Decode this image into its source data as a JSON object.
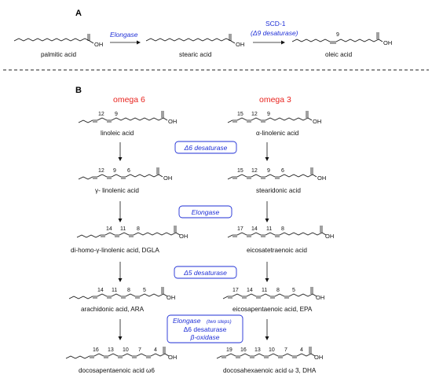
{
  "panel_a": {
    "label": "A",
    "compounds": {
      "palmitic": {
        "name": "palmitic acid",
        "oh": "OH"
      },
      "stearic": {
        "name": "stearic acid",
        "oh": "OH"
      },
      "oleic": {
        "name": "oleic acid",
        "oh": "OH",
        "position": "9"
      }
    },
    "enzymes": {
      "elongase": "Elongase",
      "scd_line1": "SCD-1",
      "scd_line2": "(Δ9 desaturase)"
    }
  },
  "panel_b": {
    "label": "B",
    "headers": {
      "omega6": "omega 6",
      "omega3": "omega 3"
    },
    "colors": {
      "enzyme_blue": "#1f2fd6",
      "omega_red": "#e8241f"
    },
    "enzymes": {
      "d6": "Δ6 desaturase",
      "elongase": "Elongase",
      "d5": "Δ5 desaturase",
      "final_line1": "Elongase",
      "final_line1_note": "(two steps)",
      "final_line2": "Δ6 desaturase",
      "final_line3": "β-oxidase"
    },
    "omega6": [
      {
        "name": "linoleic acid",
        "oh": "OH",
        "positions": [
          "12",
          "9"
        ]
      },
      {
        "name": "γ- linolenic acid",
        "oh": "OH",
        "positions": [
          "12",
          "9",
          "6"
        ]
      },
      {
        "name": "di-homo-γ-linolenic acid, DGLA",
        "oh": "OH",
        "positions": [
          "14",
          "11",
          "8"
        ]
      },
      {
        "name": "arachidonic acid, ARA",
        "oh": "OH",
        "positions": [
          "14",
          "11",
          "8",
          "5"
        ]
      },
      {
        "name": "docosapentaenoic acid ω6",
        "oh": "OH",
        "positions": [
          "16",
          "13",
          "10",
          "7",
          "4"
        ]
      }
    ],
    "omega3": [
      {
        "name": "α-linolenic acid",
        "oh": "OH",
        "positions": [
          "15",
          "12",
          "9"
        ]
      },
      {
        "name": "stearidonic acid",
        "oh": "OH",
        "positions": [
          "15",
          "12",
          "9",
          "6"
        ]
      },
      {
        "name": "eicosatetraenoic acid",
        "oh": "OH",
        "positions": [
          "17",
          "14",
          "11",
          "8"
        ]
      },
      {
        "name": "eicosapentaenoic  acid, EPA",
        "oh": "OH",
        "positions": [
          "17",
          "14",
          "11",
          "8",
          "5"
        ]
      },
      {
        "name": "docosahexaenoic acid  ω 3, DHA",
        "oh": "OH",
        "positions": [
          "19",
          "16",
          "13",
          "10",
          "7",
          "4"
        ]
      }
    ]
  }
}
